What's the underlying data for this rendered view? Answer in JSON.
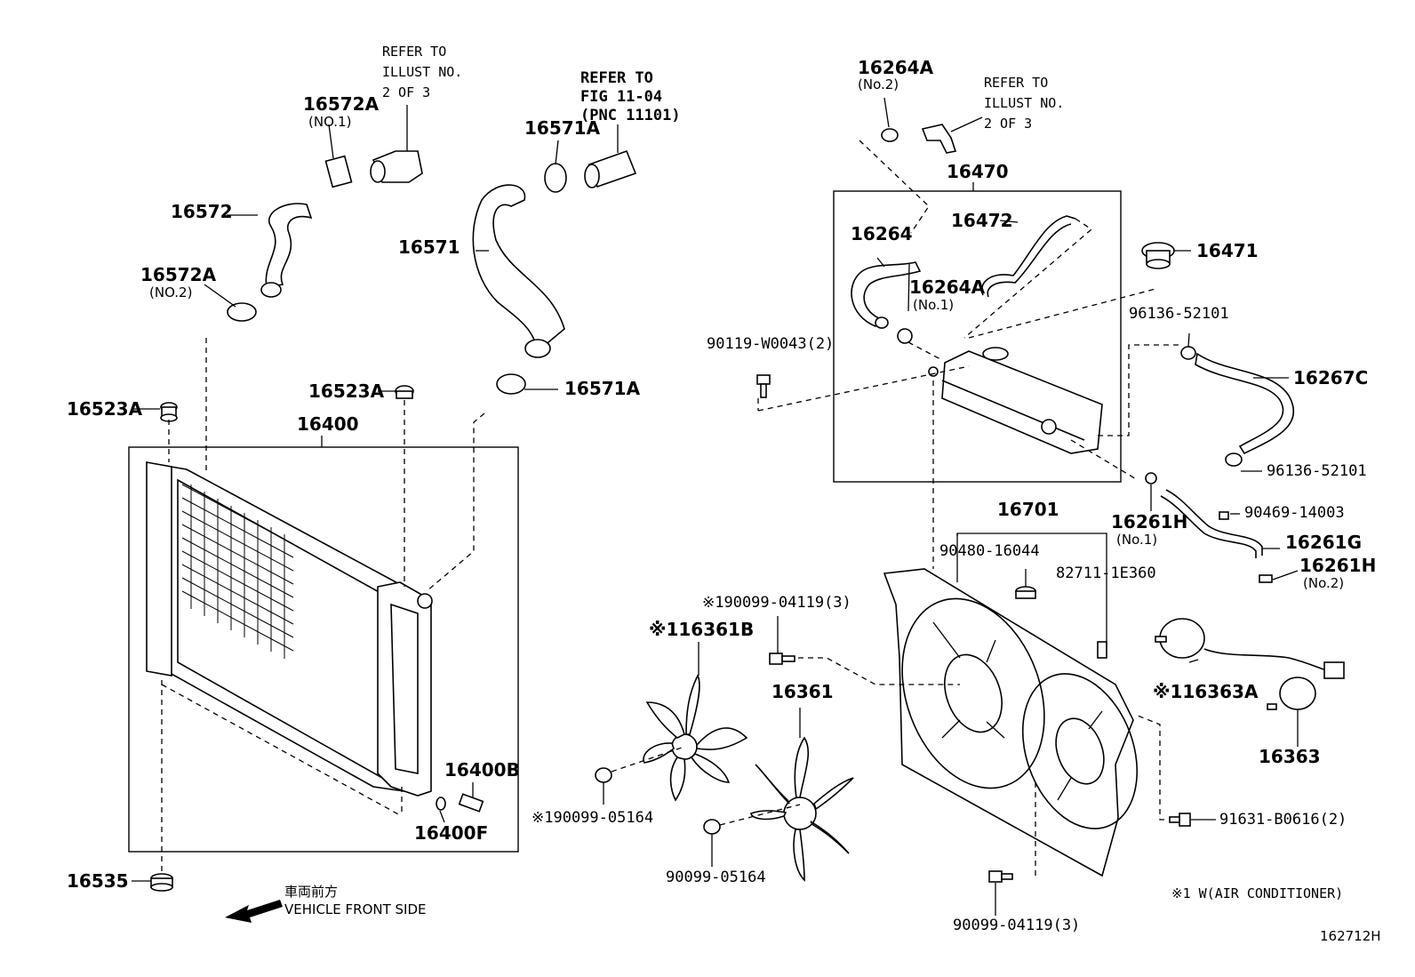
{
  "diagram_id": "162712H",
  "refs": {
    "thermostat": [
      "REFER TO",
      "ILLUST NO.",
      "2 OF 3"
    ],
    "fig": [
      "REFER TO",
      "FIG 11-04",
      "(PNC 11101)"
    ],
    "reservoir": [
      "REFER TO",
      "ILLUST NO.",
      "2 OF 3"
    ]
  },
  "labels": {
    "p16572A_1": "16572A",
    "p16572A_1_sub": "(NO.1)",
    "p16572": "16572",
    "p16572A_2": "16572A",
    "p16572A_2_sub": "(NO.2)",
    "p16571A_top": "16571A",
    "p16571": "16571",
    "p16571A_bot": "16571A",
    "p16523A_left": "16523A",
    "p16523A_mid": "16523A",
    "p16400": "16400",
    "p16400B": "16400B",
    "p16400F": "16400F",
    "p16535": "16535",
    "p16264A_2": "16264A",
    "p16264A_2_sub": "(No.2)",
    "p16470": "16470",
    "p16472": "16472",
    "p16264": "16264",
    "p16264A_1": "16264A",
    "p16264A_1_sub": "(No.1)",
    "p16471": "16471",
    "p90119": "90119-W0043(2)",
    "p96136_top": "96136-52101",
    "p16267C": "16267C",
    "p96136_bot": "96136-52101",
    "p16261H_1": "16261H",
    "p16261H_1_sub": "(No.1)",
    "p90469": "90469-14003",
    "p16261G": "16261G",
    "p16261H_2": "16261H",
    "p16261H_2_sub": "(No.2)",
    "p16701": "16701",
    "p90480": "90480-16044",
    "p82711": "82711-1E360",
    "p90099_04119_top": "※190099-04119(3)",
    "p16361B": "※116361B",
    "p16361": "16361",
    "p90099_05164_left": "※190099-05164",
    "p90099_05164": "90099-05164",
    "p16363A": "※116363A",
    "p16363": "16363",
    "p91631": "91631-B0616(2)",
    "p90099_04119_bot": "90099-04119(3)",
    "note": "※1 W(AIR CONDITIONER)"
  },
  "front": {
    "jp": "車両前方",
    "en": "VEHICLE FRONT SIDE"
  }
}
